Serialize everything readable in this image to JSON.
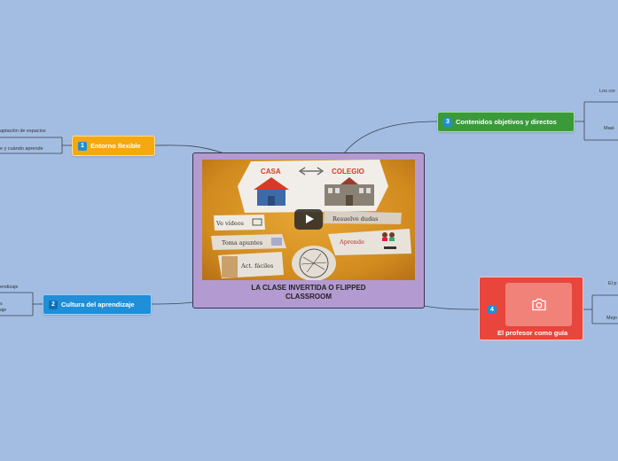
{
  "central": {
    "title_line1": "LA CLASE INVERTIDA O FLIPPED",
    "title_line2": "CLASSROOM",
    "image": {
      "casa": "CASA",
      "colegio": "COLEGIO",
      "ve_videos": "Ve vídeos",
      "resuelve_dudas": "Resuelve dudas",
      "toma_apuntes": "Toma apuntes",
      "aprende": "Aprende",
      "act_faciles": "Act. fáciles"
    }
  },
  "topics": [
    {
      "number": "1",
      "label": "Entorno flexible",
      "color": "#f5a80f",
      "subtopics": [
        "aptación de espacios",
        "e y cuándo aprende"
      ]
    },
    {
      "number": "2",
      "label": "Cultura del aprendizaje",
      "color": "#1e8fd8",
      "subtopics": [
        "endizaje",
        "s",
        "aje"
      ]
    },
    {
      "number": "3",
      "label": "Contenidos objetivos y directos",
      "color": "#3a9a3a",
      "subtopics": [
        "Los cor",
        "Masi"
      ]
    },
    {
      "number": "4",
      "label": "El profesor como guía",
      "color": "#e8453c",
      "subtopics": [
        "El p",
        "Mejo"
      ]
    }
  ],
  "icons": {
    "camera": "camera-icon",
    "play": "play-icon"
  }
}
